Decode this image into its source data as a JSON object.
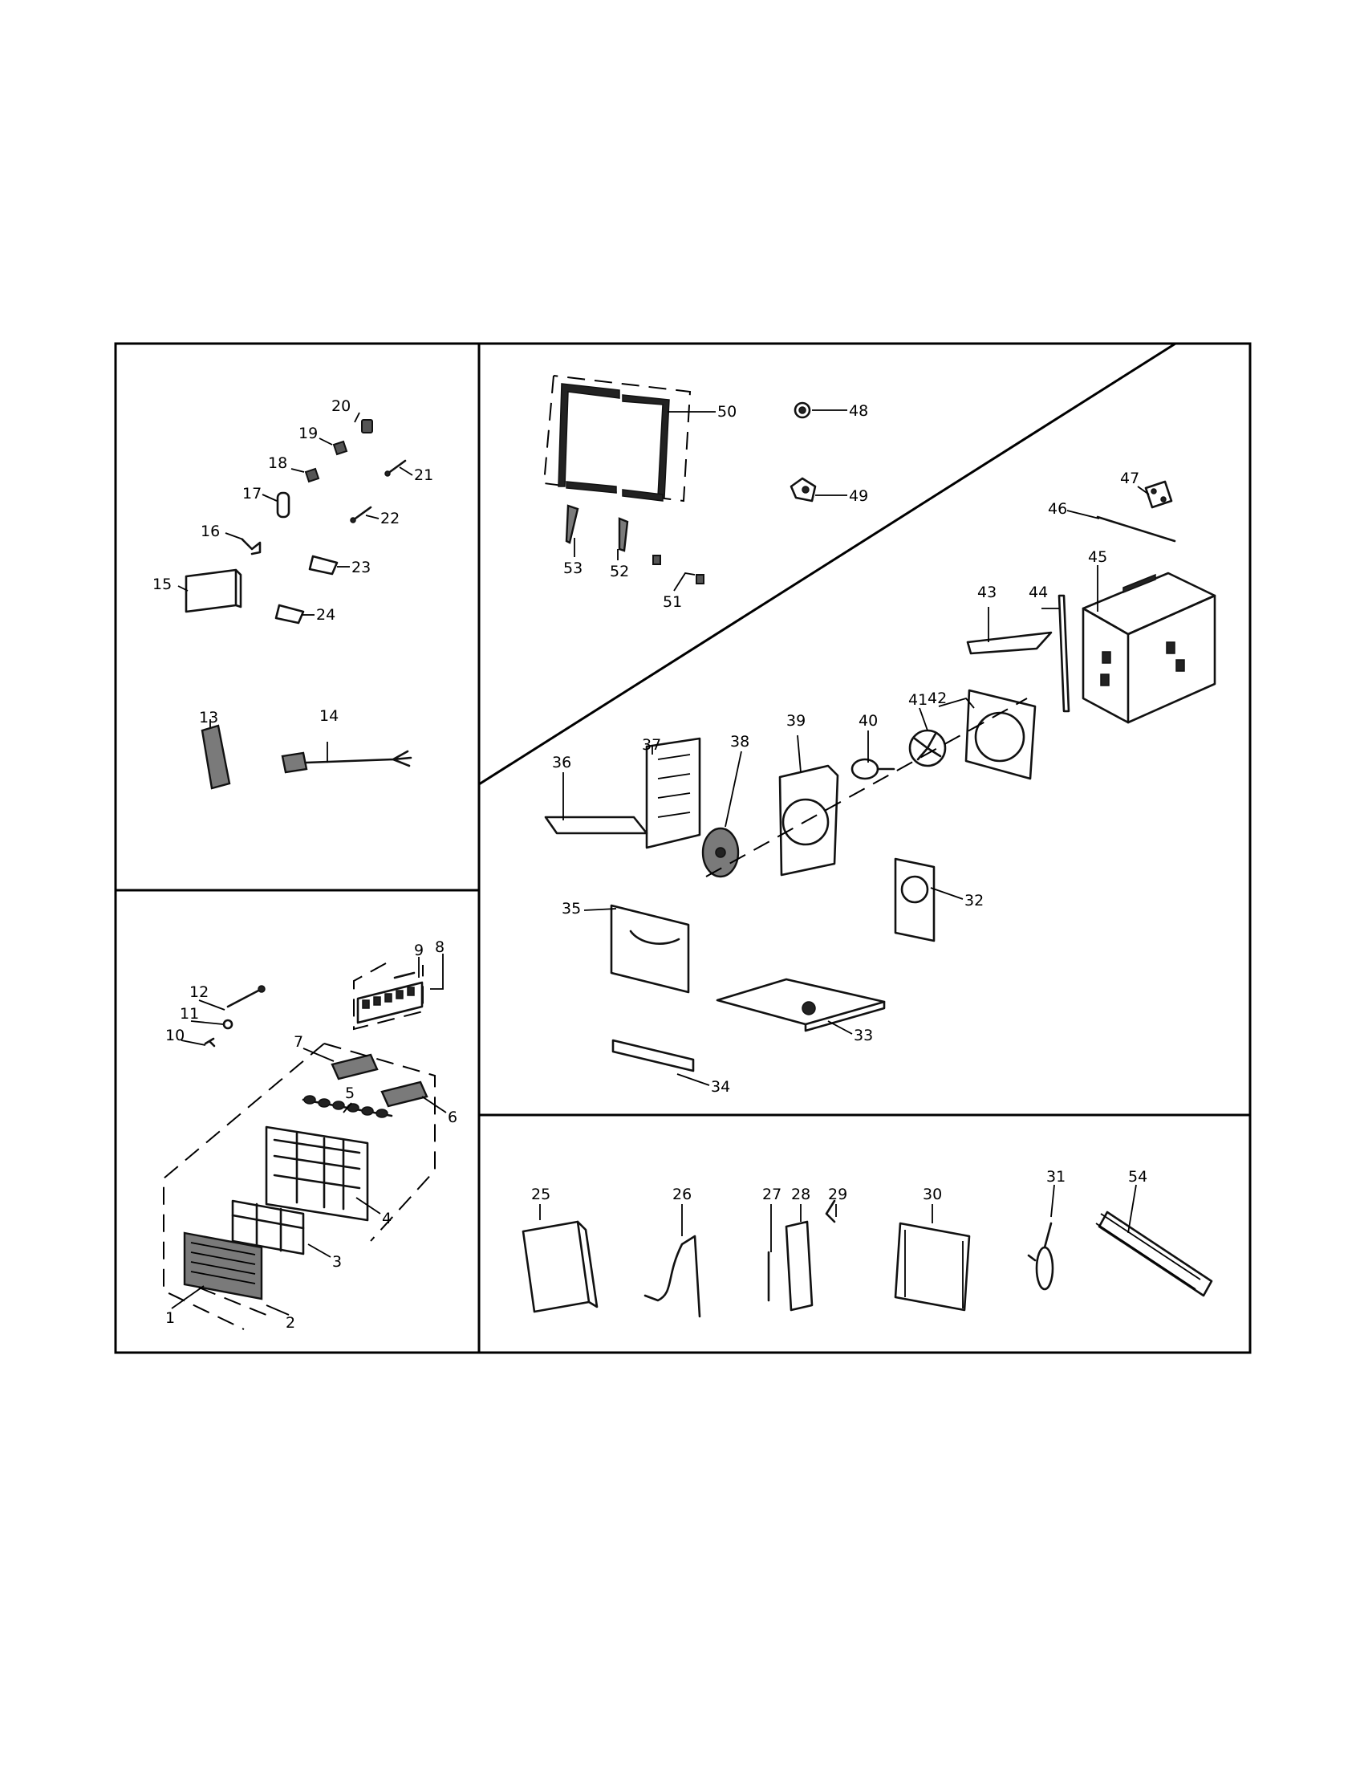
{
  "callouts": [
    "1",
    "2",
    "3",
    "4",
    "5",
    "6",
    "7",
    "8",
    "9",
    "10",
    "11",
    "12",
    "13",
    "14",
    "15",
    "16",
    "17",
    "18",
    "19",
    "20",
    "21",
    "22",
    "23",
    "24",
    "25",
    "26",
    "27",
    "28",
    "29",
    "30",
    "31",
    "32",
    "33",
    "34",
    "35",
    "36",
    "37",
    "38",
    "39",
    "40",
    "41",
    "42",
    "43",
    "44",
    "45",
    "46",
    "47",
    "48",
    "49",
    "50",
    "51",
    "52",
    "53",
    "54"
  ]
}
